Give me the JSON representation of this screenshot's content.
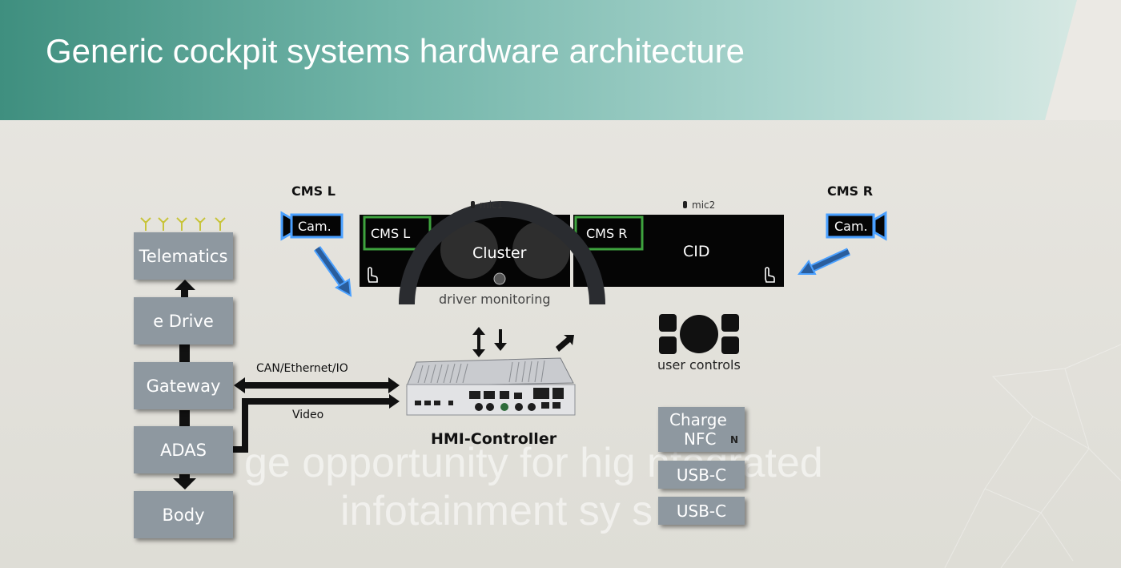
{
  "slide": {
    "title": "Generic cockpit systems hardware architecture",
    "watermark": [
      "ge opportunity for hig    ntegrated",
      "infotainment sy      s"
    ]
  },
  "vehicle_ecus": [
    "Telematics",
    "e Drive",
    "Gateway",
    "ADAS",
    "Body"
  ],
  "displays": {
    "cms_left": {
      "heading": "CMS L",
      "cam_label": "Cam.",
      "inset_label": "CMS L"
    },
    "cms_right": {
      "heading": "CMS R",
      "cam_label": "Cam.",
      "inset_label": "CMS R"
    },
    "cluster_label": "Cluster",
    "cid_label": "CID",
    "mic1": "mic1",
    "mic2": "mic2",
    "driver_monitoring": "driver monitoring"
  },
  "links": {
    "bus": "CAN/Ethernet/IO",
    "video": "Video"
  },
  "controller": {
    "label": "HMI-Controller"
  },
  "user_controls": {
    "label": "user controls"
  },
  "peripherals": {
    "charge": "Charge",
    "nfc": "NFC",
    "nfc_symbol": "N",
    "usb1": "USB-C",
    "usb2": "USB-C"
  },
  "colors": {
    "header_start": "#3f8f7f",
    "ecu_box": "#8e98a0",
    "cms_highlight": "#3ea33e",
    "camera_glow": "#4aa0ff",
    "arrow_blue": "#2a5d9c"
  }
}
